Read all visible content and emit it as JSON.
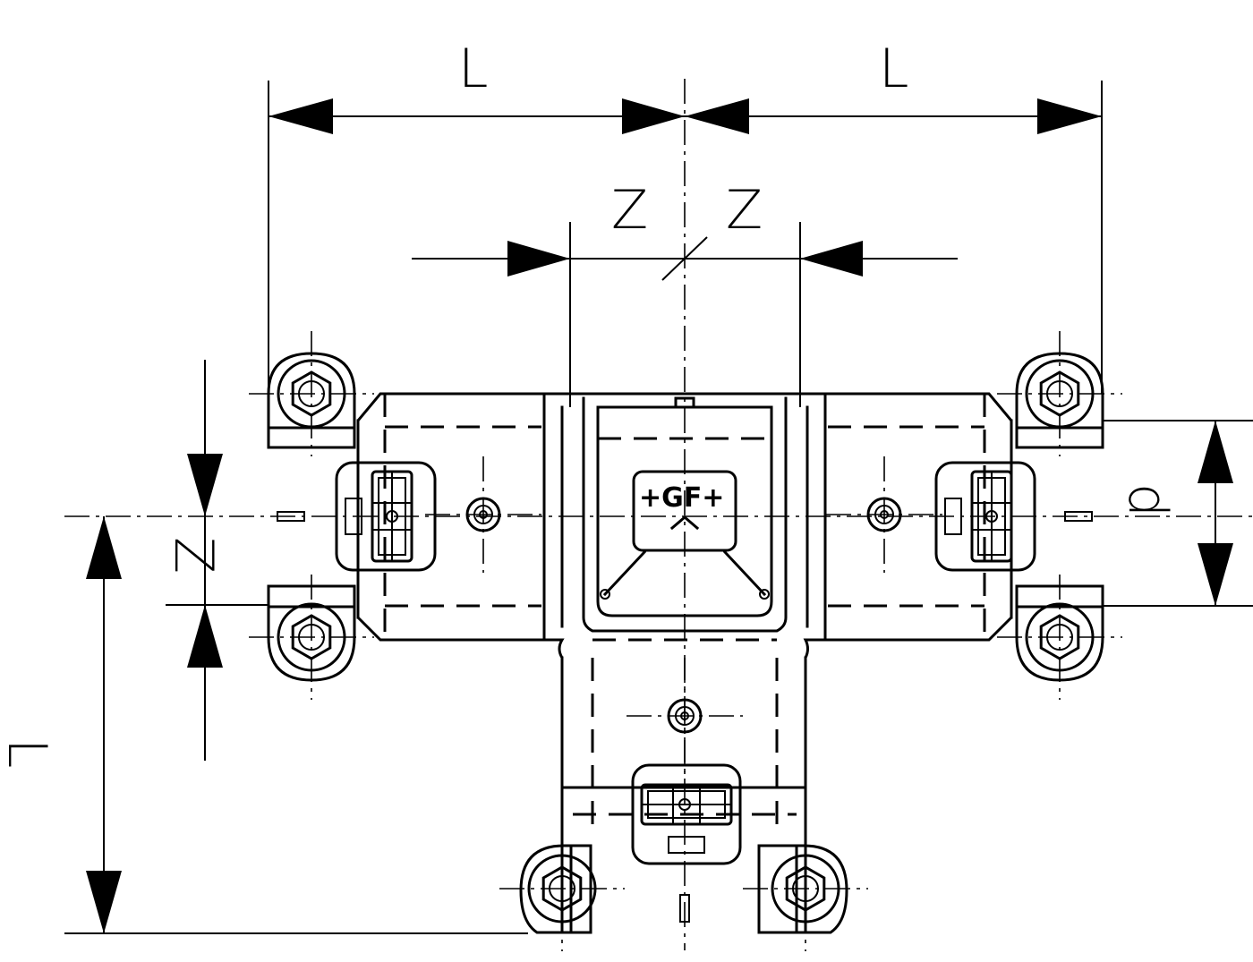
{
  "dimensions": {
    "length": "L",
    "offset": "Z",
    "diameter": "d"
  },
  "brand": {
    "logo_text": "+GF+"
  },
  "colors": {
    "ink": "#000000",
    "paper": "#ffffff"
  }
}
